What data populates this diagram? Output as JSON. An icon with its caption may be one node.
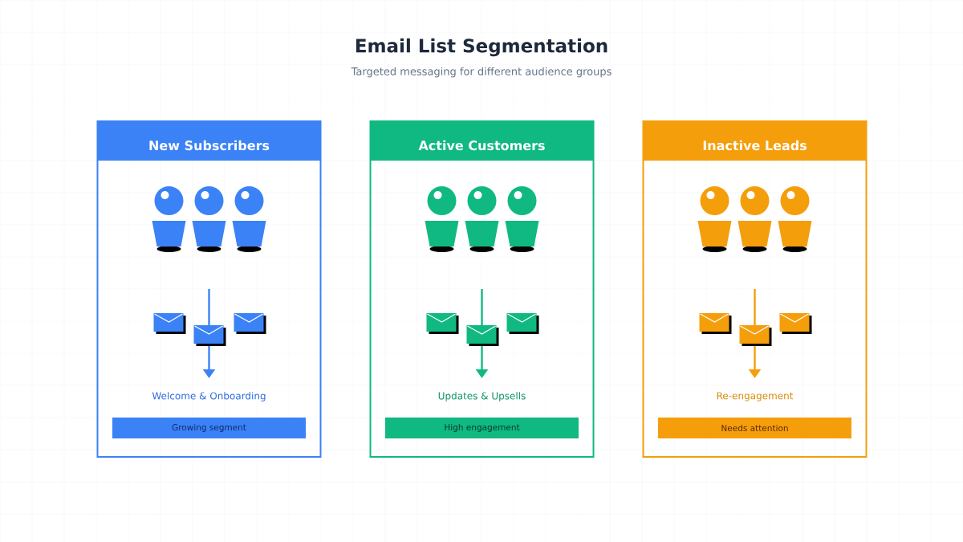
{
  "diagram": {
    "title": "Email List Segmentation",
    "caption": "Targeted messaging for different audience groups",
    "nodes": [
      {
        "text": [
          "New Subscribers",
          "Welcome & Onboarding"
        ]
      },
      {
        "text": [
          "Growing segment"
        ],
        "in": 0
      },
      {
        "text": [
          "Active Customers",
          "Updates & Upsells"
        ]
      },
      {
        "text": [
          "High engagement"
        ],
        "in": 2
      },
      {
        "text": [
          "Inactive Leads",
          "Re-engagement"
        ]
      },
      {
        "text": [
          "Needs attention"
        ],
        "in": 4
      }
    ]
  }
}
